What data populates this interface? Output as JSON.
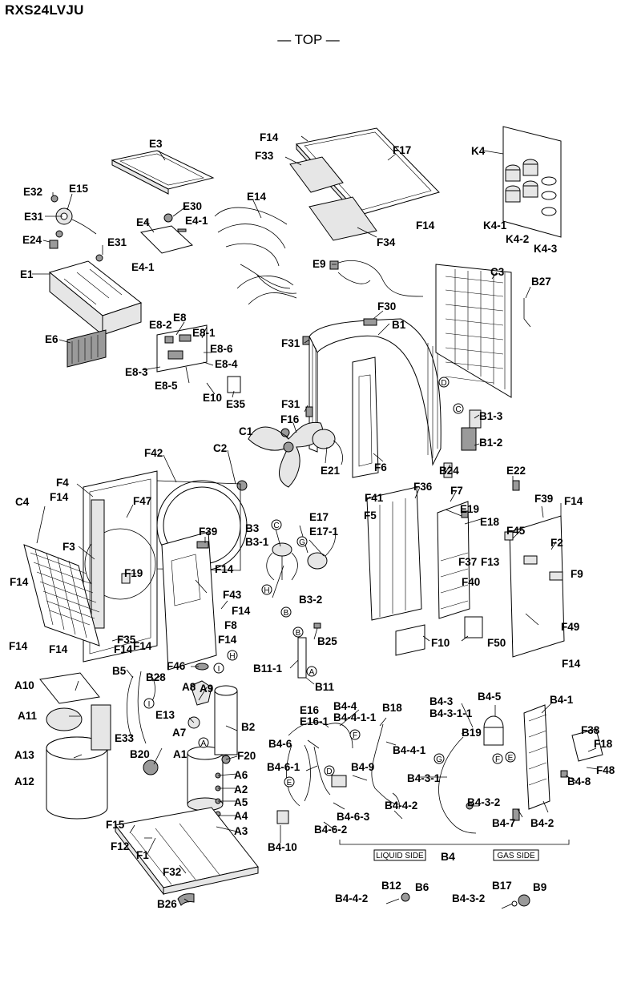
{
  "header": {
    "model": "RXS24LVJU",
    "view": "— TOP —"
  },
  "labels": {
    "E3": "E3",
    "F14": "F14",
    "F17": "F17",
    "F33": "F33",
    "K4": "K4",
    "E32": "E32",
    "E15": "E15",
    "E31": "E31",
    "E24": "E24",
    "E30": "E30",
    "E4": "E4",
    "E4_1": "E4-1",
    "E14": "E14",
    "K4_1": "K4-1",
    "K4_2": "K4-2",
    "K4_3": "K4-3",
    "F34": "F34",
    "E1": "E1",
    "C3": "C3",
    "B27": "B27",
    "E9": "E9",
    "F30": "F30",
    "B1": "B1",
    "E8": "E8",
    "E8_1": "E8-1",
    "E8_2": "E8-2",
    "E8_3": "E8-3",
    "E8_4": "E8-4",
    "E8_5": "E8-5",
    "E8_6": "E8-6",
    "E6": "E6",
    "F31": "F31",
    "E10": "E10",
    "E35": "E35",
    "B1_3": "B1-3",
    "F16": "F16",
    "C1": "C1",
    "B1_2": "B1-2",
    "C2": "C2",
    "E21": "E21",
    "F6": "F6",
    "B24": "B24",
    "E22": "E22",
    "F42": "F42",
    "F4": "F4",
    "F47": "F47",
    "F41": "F41",
    "F36": "F36",
    "F7": "F7",
    "C4": "C4",
    "F39": "F39",
    "B3": "B3",
    "B3_1": "B3-1",
    "E17": "E17",
    "E17_1": "E17-1",
    "F5": "F5",
    "E19": "E19",
    "E18": "E18",
    "F45": "F45",
    "F2": "F2",
    "F3": "F3",
    "F19": "F19",
    "F13": "F13",
    "F37": "F37",
    "F40": "F40",
    "F9": "F9",
    "F43": "F43",
    "B3_2": "B3-2",
    "F8": "F8",
    "F49": "F49",
    "F35": "F35",
    "B25": "B25",
    "F10": "F10",
    "F50": "F50",
    "F46": "F46",
    "B11_1": "B11-1",
    "B11": "B11",
    "B5": "B5",
    "B28": "B28",
    "A10": "A10",
    "A8": "A8",
    "A9": "A9",
    "E13": "E13",
    "A11": "A11",
    "A7": "A7",
    "B2": "B2",
    "E33": "E33",
    "A13": "A13",
    "A1": "A1",
    "F20": "F20",
    "A12": "A12",
    "B20": "B20",
    "A6": "A6",
    "A2": "A2",
    "A5": "A5",
    "A4": "A4",
    "A3": "A3",
    "F15": "F15",
    "F12": "F12",
    "F1": "F1",
    "F32": "F32",
    "B26": "B26",
    "E16": "E16",
    "E16_1": "E16-1",
    "B4_4": "B4-4",
    "B4_4_1_1": "B4-4-1-1",
    "B18": "B18",
    "B4_3": "B4-3",
    "B4_3_1_1": "B4-3-1-1",
    "B4_5": "B4-5",
    "B4_1": "B4-1",
    "B19": "B19",
    "F38": "F38",
    "F18": "F18",
    "F48": "F48",
    "B4_6": "B4-6",
    "B4_4_1": "B4-4-1",
    "B4_6_1": "B4-6-1",
    "B4_9": "B4-9",
    "B4_3_1": "B4-3-1",
    "B4_8": "B4-8",
    "B4_6_3": "B4-6-3",
    "B4_4_2": "B4-4-2",
    "B4_3_2": "B4-3-2",
    "B4_6_2": "B4-6-2",
    "B4_7": "B4-7",
    "B4_2": "B4-2",
    "B4_10": "B4-10",
    "B4": "B4",
    "B12": "B12",
    "B6": "B6",
    "B17": "B17",
    "B9": "B9"
  },
  "markers": {
    "A": "A",
    "B": "B",
    "C": "C",
    "D": "D",
    "E": "E",
    "F": "F",
    "G": "G",
    "H": "H",
    "I": "I"
  },
  "sides": {
    "liquid": "LIQUID SIDE",
    "gas": "GAS SIDE"
  }
}
